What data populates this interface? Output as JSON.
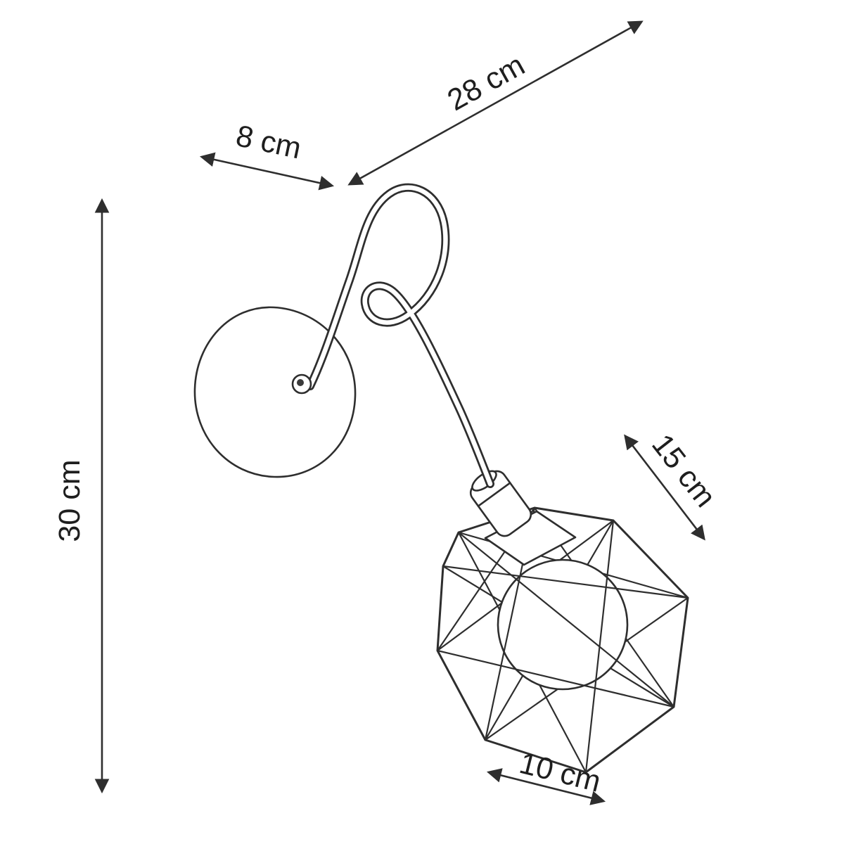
{
  "labels": {
    "arm": "28 cm",
    "wall": "8 cm",
    "height": "30 cm",
    "shade_depth": "15 cm",
    "shade_width": "10 cm"
  },
  "colors": {
    "line": "#2e2e2e",
    "text": "#1e1e1e",
    "background": "#ffffff"
  }
}
